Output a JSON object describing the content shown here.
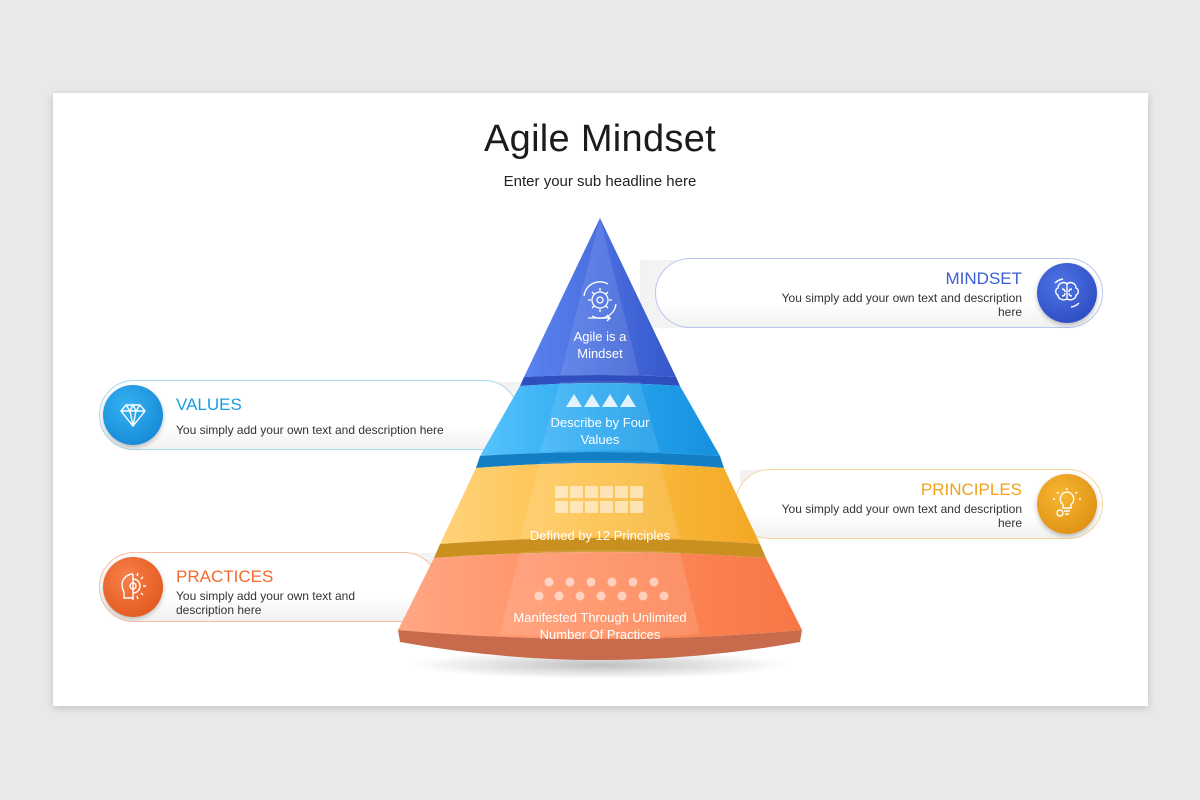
{
  "title": "Agile Mindset",
  "subtitle": "Enter your sub headline here",
  "colors": {
    "mindset": "#3b5fd4",
    "values": "#1a9be6",
    "principles": "#f0a21b",
    "practices": "#f26a2e"
  },
  "pyramid": [
    {
      "label_line1": "Agile is a",
      "label_line2": "Mindset",
      "icon": "gear-cycle-icon"
    },
    {
      "label_line1": "Describe by Four",
      "label_line2": "Values",
      "icon": "triangles-icon"
    },
    {
      "label_line1": "Defined by 12 Principles",
      "icon": "grid-icon"
    },
    {
      "label_line1": "Manifested Through Unlimited",
      "label_line2": "Number Of Practices",
      "icon": "dots-icon"
    }
  ],
  "cards": {
    "mindset": {
      "heading": "MINDSET",
      "desc_line1": "You simply add your own text and description",
      "desc_line2": "here",
      "icon": "brain-icon"
    },
    "values": {
      "heading": "VALUES",
      "desc_line1": "You simply add your own text and description here",
      "icon": "diamond-icon"
    },
    "principles": {
      "heading": "PRINCIPLES",
      "desc_line1": "You simply add your own text and description",
      "desc_line2": "here",
      "icon": "lightbulb-gear-icon"
    },
    "practices": {
      "heading": "PRACTICES",
      "desc_line1": "You simply add your own text and",
      "desc_line2": "description here",
      "icon": "gear-head-icon"
    }
  }
}
